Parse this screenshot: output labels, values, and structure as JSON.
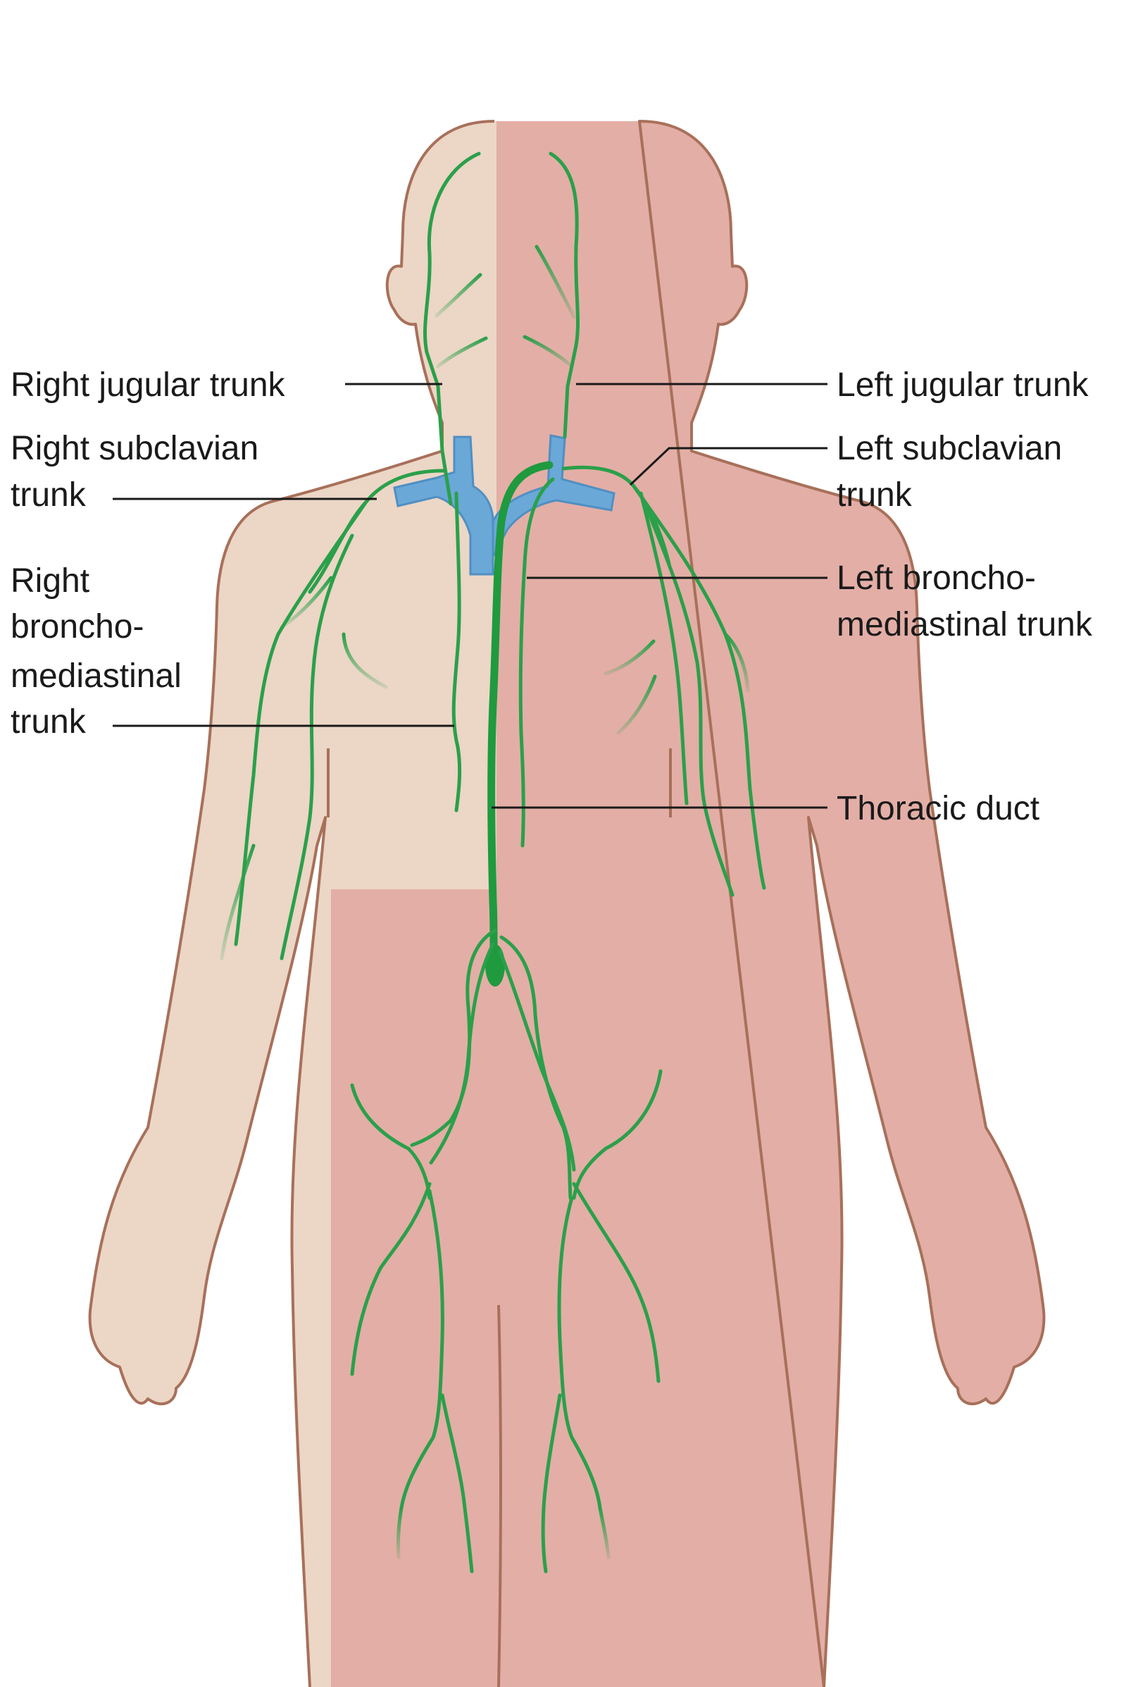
{
  "labels": {
    "right_jugular_trunk": "Right jugular trunk",
    "right_subclavian_trunk_l1": "Right subclavian",
    "right_subclavian_trunk_l2": "trunk",
    "right_bm_trunk_l1": "Right",
    "right_bm_trunk_l2": "broncho-",
    "right_bm_trunk_l3": "mediastinal",
    "right_bm_trunk_l4": "trunk",
    "left_jugular_trunk": "Left jugular trunk",
    "left_subclavian_trunk_l1": "Left subclavian",
    "left_subclavian_trunk_l2": "trunk",
    "left_bm_trunk_l1": "Left broncho-",
    "left_bm_trunk_l2": "mediastinal trunk",
    "thoracic_duct": "Thoracic duct"
  },
  "colors": {
    "skin_right_upper": "#ecd6c6",
    "skin_main": "#e3aea6",
    "outline": "#a8705a",
    "lymph_vessel": "#2aa04a",
    "vein": "#6aa8d8"
  }
}
